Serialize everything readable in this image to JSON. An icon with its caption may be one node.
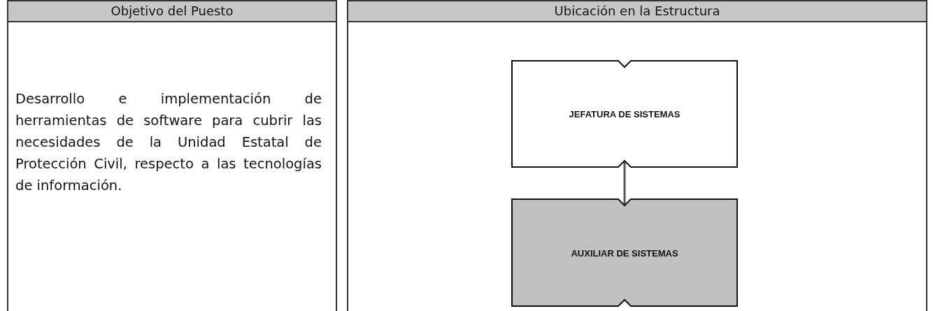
{
  "diagram": {
    "nodes": [
      {
        "text": [
          "Objetivo del Puesto",
          "Desarrollo e implementación de herramientas de software para cubrir las necesidades de la Unidad Estatal de Protección Civil, respecto a las tecnologías de información."
        ]
      },
      {
        "text": [
          "Ubicación en la Estructura"
        ]
      },
      {
        "text": [
          "JEFATURA DE SISTEMAS"
        ],
        "in": 1
      },
      {
        "text": [
          "AUXILIAR DE SISTEMAS"
        ],
        "in": 1
      }
    ],
    "edges": [
      {
        "from": 2,
        "to": 3,
        "arrow": "none"
      }
    ]
  }
}
